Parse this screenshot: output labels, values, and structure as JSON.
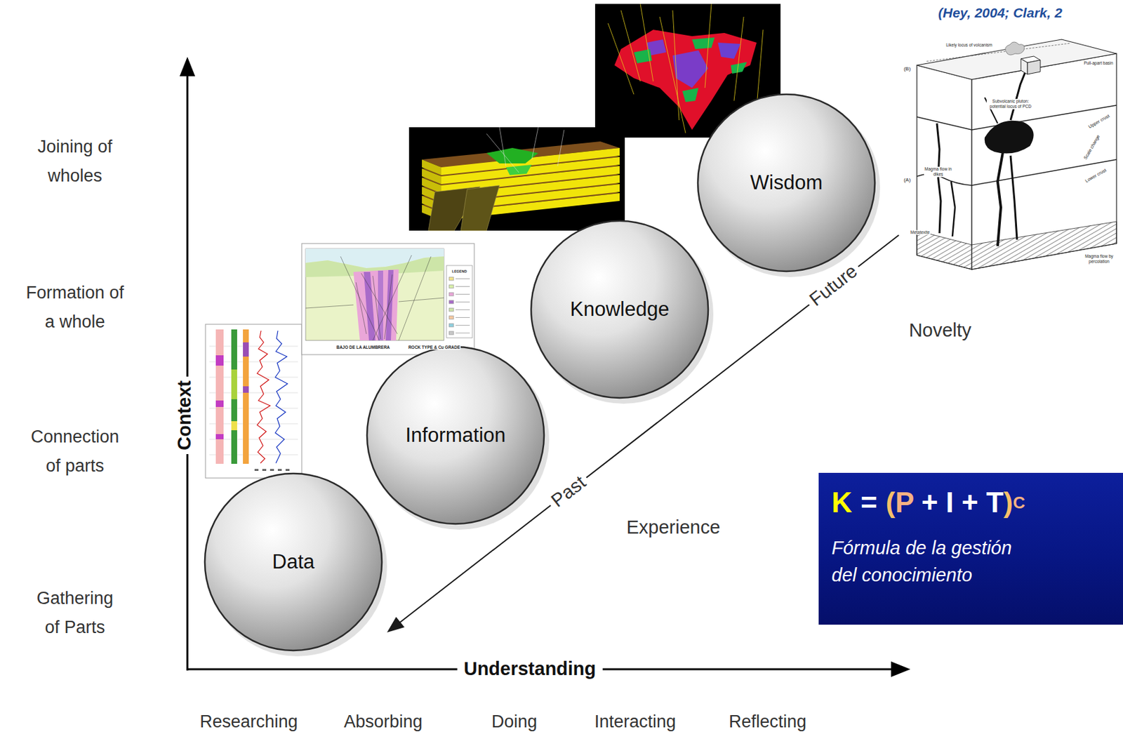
{
  "diagram": {
    "nodes": [
      {
        "text": [
          "Data"
        ]
      },
      {
        "text": [
          "Information"
        ]
      },
      {
        "text": [
          "Knowledge"
        ]
      },
      {
        "text": [
          "Wisdom"
        ]
      },
      {
        "text": [
          "K",
          "=",
          "(",
          "P",
          "+ I + T",
          ")",
          "C",
          "Fórmula de la gestión del conocimiento"
        ]
      }
    ],
    "labels": [
      "(Hey, 2004; Clark, 2",
      "Joining of wholes",
      "Formation of a whole",
      "Connection of parts",
      "Gathering of Parts",
      "Context",
      "Understanding",
      "Researching",
      "Absorbing",
      "Doing",
      "Interacting",
      "Reflecting",
      "Future",
      "Past",
      "Experience",
      "Novelty",
      "BAJO DE LA ALUMBRERA",
      "ROCK TYPE & Cu GRADE",
      "LEGEND",
      "(B)",
      "(A)",
      "Likely locus of volcanism",
      "Pull-apart basin",
      "Subvolcanic pluton: potential locus of PCD",
      "Upper crust",
      "Scale change",
      "Lower crust",
      "Magma flow in dikes",
      "Metatexite",
      "Magma flow by percolation"
    ]
  }
}
